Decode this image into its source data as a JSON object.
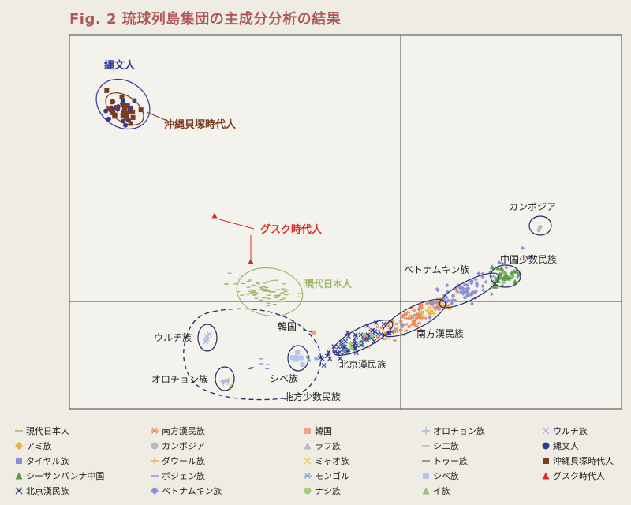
{
  "title": "Fig. 2 琉球列島集団の主成分分析の結果",
  "colors": {
    "axis": "#444444",
    "plot_bg": "#f4f2ec",
    "jomon": "#2d3a9a",
    "okinawa": "#7a3b1f",
    "gusuku": "#d62d27",
    "modern_jp": "#9fb86a",
    "south_han": "#e8895a",
    "vietnam": "#8e90d6",
    "china_minor": "#5a9e48",
    "cambodia": "#bdbab0",
    "korea": "#eca38a",
    "navy_ring": "#1f2a66",
    "dash": "#1f2a66"
  },
  "chart_data": {
    "type": "scatter",
    "title": "Fig. 2 琉球列島集団の主成分分析の結果",
    "xlabel": "",
    "ylabel": "",
    "grid": false,
    "legend_position": "bottom",
    "annotations": [
      {
        "text": "縄文人",
        "color": "#2d3a9a"
      },
      {
        "text": "沖縄貝塚時代人",
        "color": "#7a3b1f"
      },
      {
        "text": "グスク時代人",
        "color": "#d62d27"
      },
      {
        "text": "現代日本人",
        "color": "#9fb86a"
      },
      {
        "text": "カンボジア",
        "color": "#222222"
      },
      {
        "text": "中国少数民族",
        "color": "#222222"
      },
      {
        "text": "ベトナムキン族",
        "color": "#222222"
      },
      {
        "text": "南方漢民族",
        "color": "#222222"
      },
      {
        "text": "北京漢民族",
        "color": "#222222"
      },
      {
        "text": "韓国",
        "color": "#222222"
      },
      {
        "text": "ウルチ族",
        "color": "#222222"
      },
      {
        "text": "オロチョン族",
        "color": "#222222"
      },
      {
        "text": "シベ族",
        "color": "#222222"
      },
      {
        "text": "北方少数民族",
        "color": "#222222"
      }
    ],
    "series": [
      {
        "name": "現代日本人",
        "symbol": "dash",
        "color": "#9fb86a"
      },
      {
        "name": "南方漢民族",
        "symbol": "asterisk",
        "color": "#e8895a"
      },
      {
        "name": "韓国",
        "symbol": "square",
        "color": "#eca38a"
      },
      {
        "name": "オロチョン族",
        "symbol": "plus",
        "color": "#a9b7e4"
      },
      {
        "name": "ウルチ族",
        "symbol": "x",
        "color": "#a9b7e4"
      },
      {
        "name": "アミ族",
        "symbol": "diamond",
        "color": "#e3b341"
      },
      {
        "name": "カンボジア",
        "symbol": "circle",
        "color": "#bdbab0"
      },
      {
        "name": "ラフ族",
        "symbol": "triangle",
        "color": "#b9b9b9"
      },
      {
        "name": "シエ族",
        "symbol": "dash",
        "color": "#bdbdbd"
      },
      {
        "name": "縄文人",
        "symbol": "circle",
        "color": "#2d3a9a"
      },
      {
        "name": "タイヤル族",
        "symbol": "square",
        "color": "#8e90d6"
      },
      {
        "name": "ダウール族",
        "symbol": "plus",
        "color": "#e6b45a"
      },
      {
        "name": "ミャオ族",
        "symbol": "x",
        "color": "#e6cf5a"
      },
      {
        "name": "トゥー族",
        "symbol": "dash",
        "color": "#777777"
      },
      {
        "name": "沖縄貝塚時代人",
        "symbol": "square",
        "color": "#7a3b1f"
      },
      {
        "name": "シーサンパンナ中国",
        "symbol": "triangle",
        "color": "#5a9e48"
      },
      {
        "name": "ボジェン族",
        "symbol": "dash",
        "color": "#8e90d6"
      },
      {
        "name": "モンゴル",
        "symbol": "asterisk",
        "color": "#6fa8d6"
      },
      {
        "name": "シベ族",
        "symbol": "square",
        "color": "#b7c3ec"
      },
      {
        "name": "グスク時代人",
        "symbol": "triangle",
        "color": "#d62d27"
      },
      {
        "name": "北京漢民族",
        "symbol": "x",
        "color": "#2d3a9a"
      },
      {
        "name": "ベトナムキン族",
        "symbol": "diamond",
        "color": "#8e90d6"
      },
      {
        "name": "ナシ族",
        "symbol": "circle",
        "color": "#9fcf78"
      },
      {
        "name": "イ族",
        "symbol": "triangle",
        "color": "#9bbf7f"
      }
    ]
  }
}
